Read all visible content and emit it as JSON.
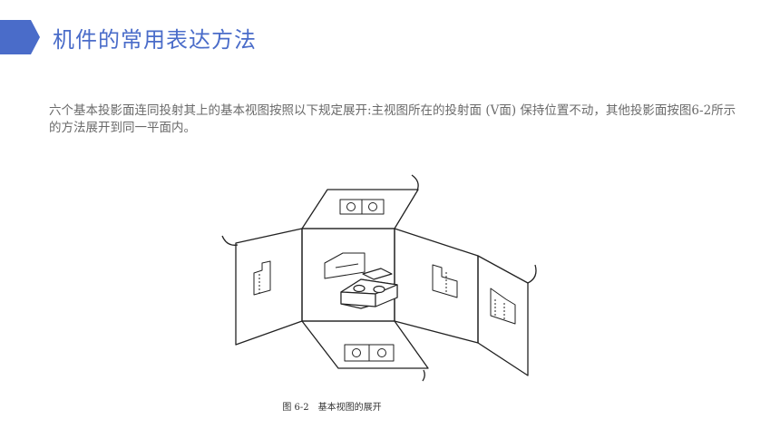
{
  "header": {
    "title": "机件的常用表达方法",
    "accent_color": "#4a6cc9"
  },
  "content": {
    "paragraph": "六个基本投影面连同投射其上的基本视图按照以下规定展开:主视图所在的投射面 (V面) 保持位置不动，其他投影面按图6-2所示的方法展开到同一平面内。"
  },
  "figure": {
    "caption": "图 6-2　基本视图的展开"
  }
}
